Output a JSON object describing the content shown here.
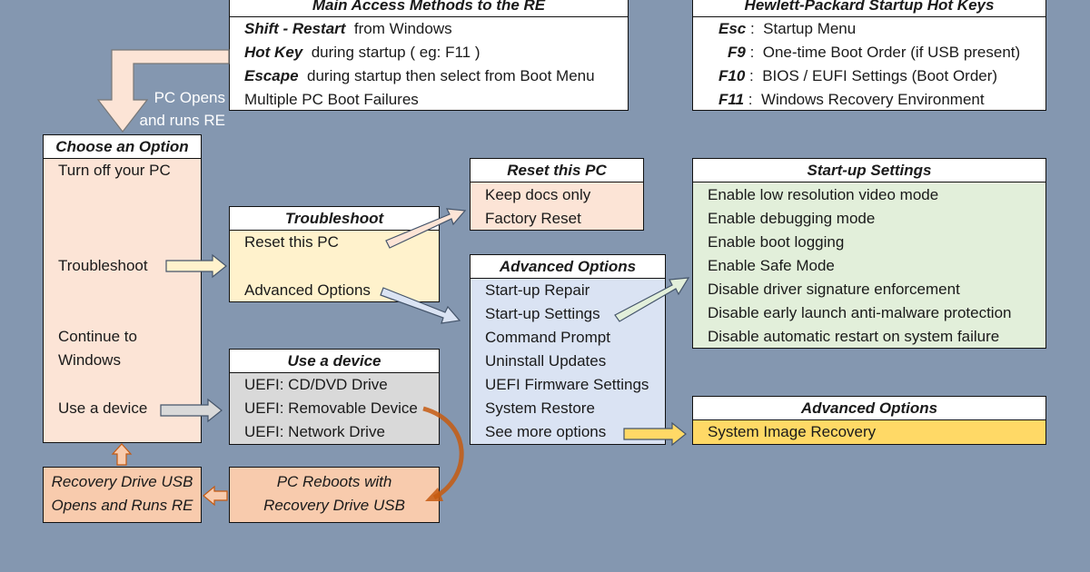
{
  "colors": {
    "background": "#8497b0",
    "choose_bg": "#fce4d6",
    "troubleshoot_bg": "#fff2cc",
    "advanced_bg": "#dae3f3",
    "startup_bg": "#e2efda",
    "device_bg": "#d9d9d9",
    "reboot_bg": "#f8cbad",
    "image_recovery_bg": "#ffd966"
  },
  "access_methods": {
    "title": "Main Access Methods to the RE",
    "rows": [
      {
        "key": "Shift - Restart",
        "text": "from Windows"
      },
      {
        "key": "Hot Key",
        "text": "during startup ( eg:  F11 )"
      },
      {
        "key": "Escape",
        "text": "during startup then select from Boot Menu"
      },
      {
        "key": "",
        "text": "Multiple PC Boot Failures"
      }
    ]
  },
  "hp_keys": {
    "title": "Hewlett-Packard Startup Hot Keys",
    "rows": [
      {
        "key": "Esc",
        "text": "Startup Menu"
      },
      {
        "key": "F9",
        "text": "One-time Boot Order (if USB present)"
      },
      {
        "key": "F10",
        "text": "BIOS / EUFI Settings (Boot Order)"
      },
      {
        "key": "F11",
        "text": "Windows Recovery Environment"
      }
    ]
  },
  "pc_opens": {
    "line1": "PC Opens",
    "line2": "and runs RE"
  },
  "choose_option": {
    "title": "Choose an Option",
    "turn_off": "Turn off your PC",
    "troubleshoot": "Troubleshoot",
    "continue_1": "Continue to",
    "continue_2": "Windows",
    "use_device": "Use a device"
  },
  "troubleshoot": {
    "title": "Troubleshoot",
    "reset": "Reset this PC",
    "advanced": "Advanced Options"
  },
  "reset_pc": {
    "title": "Reset this PC",
    "items": [
      "Keep docs only",
      "Factory Reset"
    ]
  },
  "advanced_options": {
    "title": "Advanced Options",
    "items": [
      "Start-up Repair",
      "Start-up Settings",
      "Command Prompt",
      "Uninstall Updates",
      "UEFI Firmware Settings",
      "System Restore",
      "See more options"
    ]
  },
  "startup_settings": {
    "title": "Start-up Settings",
    "items": [
      "Enable low resolution video mode",
      "Enable debugging mode",
      "Enable boot logging",
      "Enable Safe Mode",
      "Disable driver signature enforcement",
      "Disable early launch anti-malware protection",
      "Disable automatic restart on system failure"
    ]
  },
  "advanced_options_2": {
    "title": "Advanced Options",
    "item": "System Image Recovery"
  },
  "use_device": {
    "title": "Use a device",
    "items": [
      "UEFI: CD/DVD Drive",
      "UEFI: Removable Device",
      "UEFI: Network Drive"
    ]
  },
  "recovery_usb": {
    "line1": "Recovery Drive USB",
    "line2": "Opens and Runs RE"
  },
  "pc_reboots": {
    "line1": "PC Reboots with",
    "line2": "Recovery Drive USB"
  }
}
